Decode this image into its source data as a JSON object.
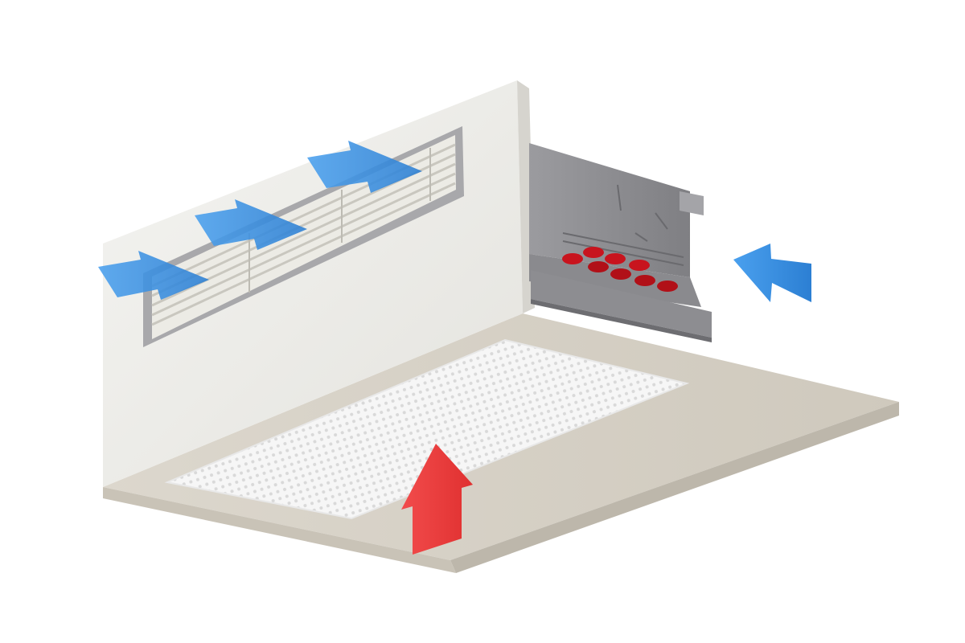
{
  "colors": {
    "background": "#ffffff",
    "wall_face": "#ecece8",
    "wall_edge": "#cfcdc6",
    "ceiling_face": "#d6d1c6",
    "ceiling_edge": "#bfb9ad",
    "grille_frame": "#a5a5a8",
    "grille_slats": "#f1efe8",
    "perforated_panel": "#f4f4f4",
    "unit_metal": "#8e8e92",
    "unit_metal_dark": "#6e6e72",
    "pipe_caps": "#c8141e",
    "supply_air_arrow": "#3b8fe0",
    "return_air_arrow": "#ee3a3a"
  },
  "diagram": {
    "components": [
      "wall-bulkhead",
      "linear-supply-grille",
      "ceiling-panel",
      "perforated-return-panel",
      "fan-coil-unit",
      "water-pipe-connections"
    ],
    "airflow": [
      {
        "id": "supply-1",
        "kind": "supply",
        "color": "blue",
        "direction": "out-of-grille"
      },
      {
        "id": "supply-2",
        "kind": "supply",
        "color": "blue",
        "direction": "out-of-grille"
      },
      {
        "id": "supply-3",
        "kind": "supply",
        "color": "blue",
        "direction": "out-of-grille"
      },
      {
        "id": "inlet",
        "kind": "inlet",
        "color": "blue",
        "direction": "toward-unit"
      },
      {
        "id": "return",
        "kind": "return",
        "color": "red",
        "direction": "up-into-panel"
      }
    ],
    "pipe_connection_count": 8
  }
}
